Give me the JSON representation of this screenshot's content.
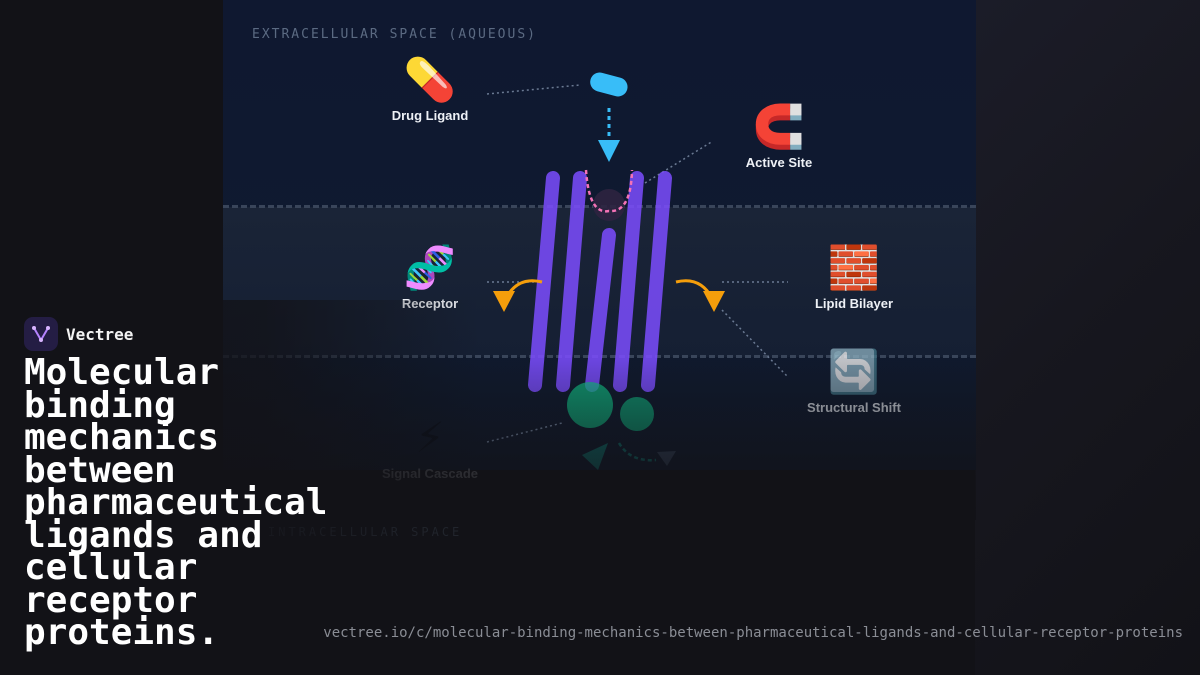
{
  "diagram": {
    "space_label": "EXTRACELLULAR SPACE (AQUEOUS)",
    "faded_label": "INTRACELLULAR SPACE",
    "nodes": [
      {
        "id": "drug-ligand",
        "label": "Drug Ligand",
        "icon": "pill-icon",
        "glyph": "💊"
      },
      {
        "id": "active-site",
        "label": "Active Site",
        "icon": "magnet-icon",
        "glyph": "🧲"
      },
      {
        "id": "receptor",
        "label": "Receptor",
        "icon": "dna-icon",
        "glyph": "🧬"
      },
      {
        "id": "lipid-bilayer",
        "label": "Lipid Bilayer",
        "icon": "brick-icon",
        "glyph": "🧱"
      },
      {
        "id": "structural-shift",
        "label": "Structural Shift",
        "icon": "arrows-cycle-icon",
        "glyph": "🔄"
      },
      {
        "id": "signal-cascade",
        "label": "Signal Cascade",
        "icon": "lightning-icon",
        "glyph": "⚡"
      }
    ]
  },
  "brand": {
    "name": "Vectree",
    "icon": "vectree-logo-icon"
  },
  "title": "Molecular binding mechanics between pharmaceutical ligands and cellular receptor proteins.",
  "url": "vectree.io/c/molecular-binding-mechanics-between-pharmaceutical-ligands-and-cellular-receptor-proteins",
  "colors": {
    "ligand": "#38bdf8",
    "receptor_helix": "#7c4dff",
    "binding_pocket": "#f472b6",
    "arrow": "#f59e0b",
    "g_protein": "#10b981"
  }
}
